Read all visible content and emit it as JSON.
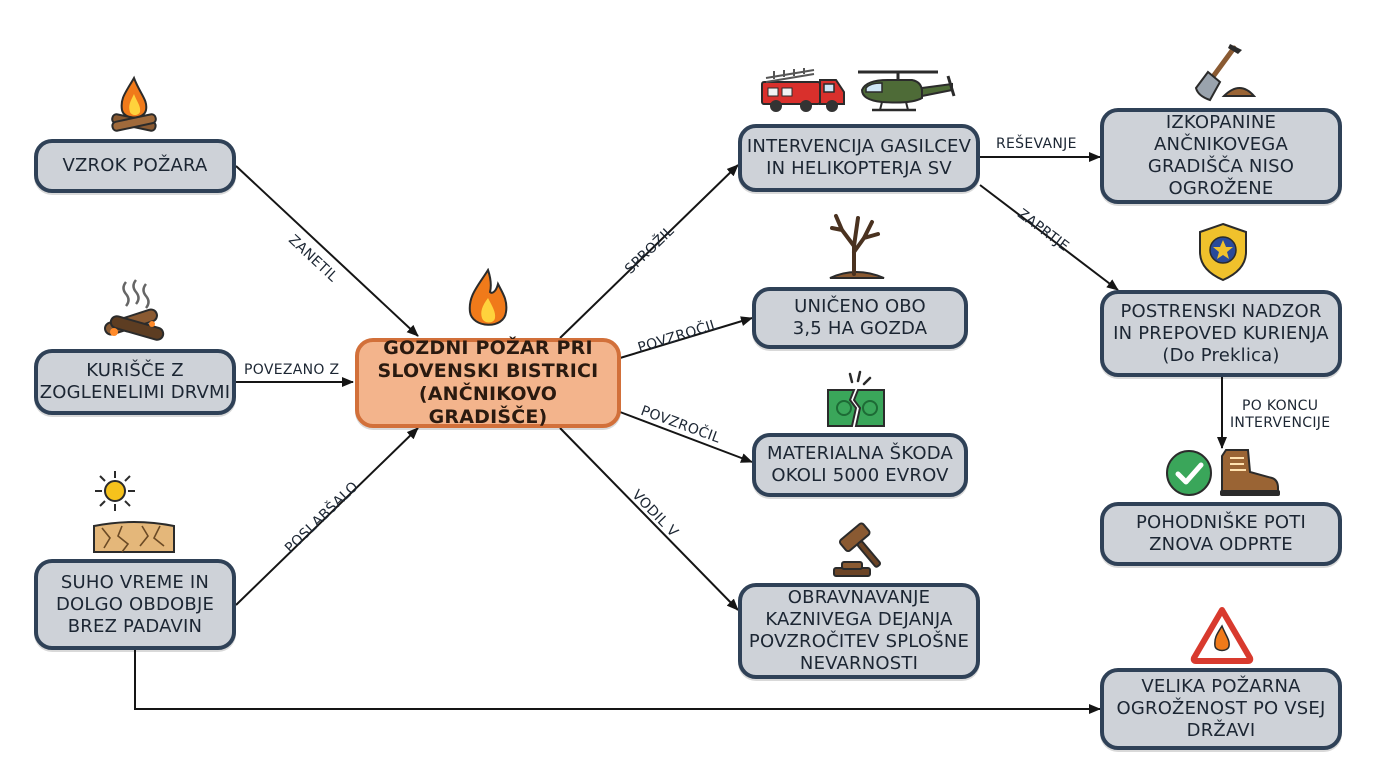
{
  "nodes": {
    "center": "GOZDNI POŽAR PRI\nSLOVENSKI BISTRICI\n(ANČNIKOVO GRADIŠČE)",
    "cause": "VZROK POŽARA",
    "fireplace": "KURIŠČE Z\nZOGLENELIMI DRVMI",
    "dry": "SUHO VREME IN\nDOLGO OBDOBJE\nBREZ PADAVIN",
    "intervention": "INTERVENCIJA GASILCEV\nIN HELIKOPTERJA SV",
    "destroyed": "UNIČENO OBO\n3,5 HA GOZDA",
    "damage": "MATERIALNA ŠKODA\nOKOLI 5000 EVROV",
    "case": "OBRAVNAVANJE\nKAZNIVEGA DEJANJA\nPOVZROČITEV SPLOŠNE\nNEVARNOSTI",
    "excavations": "IZKOPANINE\nANČNIKOVEGA\nGRADIŠČA NISO\nOGROŽENE",
    "patrol": "POSTRENSKI NADZOR\nIN PREPOVED KURIENJA\n(Do Preklica)",
    "trails": "POHODNIŠKE POTI\nZNOVA ODPRTE",
    "danger": "VELIKA POŽARNA\nOGROŽENOST PO VSEJ\nDRŽAVI"
  },
  "edges": {
    "zanetil": "ZANETIL",
    "povezano": "POVEZANO Z",
    "poslabsalo": "POSLABŠALO",
    "sprozil": "SPROŽIL",
    "povzrocil1": "POVZROČIL",
    "povzrocil2": "POVZROČIL",
    "vodil": "VODIL V",
    "resevanje": "REŠEVANJE",
    "zaprtje": "ZAPRTJE",
    "pokoncu": "PO KONCU\nINTERVENCIJE"
  },
  "icons": [
    "campfire-icon",
    "fireplace-logs-icon",
    "sun-icon",
    "cracked-earth-icon",
    "flame-icon",
    "fire-truck-icon",
    "helicopter-icon",
    "dead-tree-icon",
    "torn-banknote-icon",
    "gavel-icon",
    "shovel-icon",
    "police-badge-icon",
    "check-icon",
    "hiking-boot-icon",
    "fire-warning-icon"
  ],
  "colors": {
    "node_fill": "#ced2d8",
    "node_border": "#2f4157",
    "central_fill": "#f3b48c",
    "central_border": "#d2703a"
  }
}
